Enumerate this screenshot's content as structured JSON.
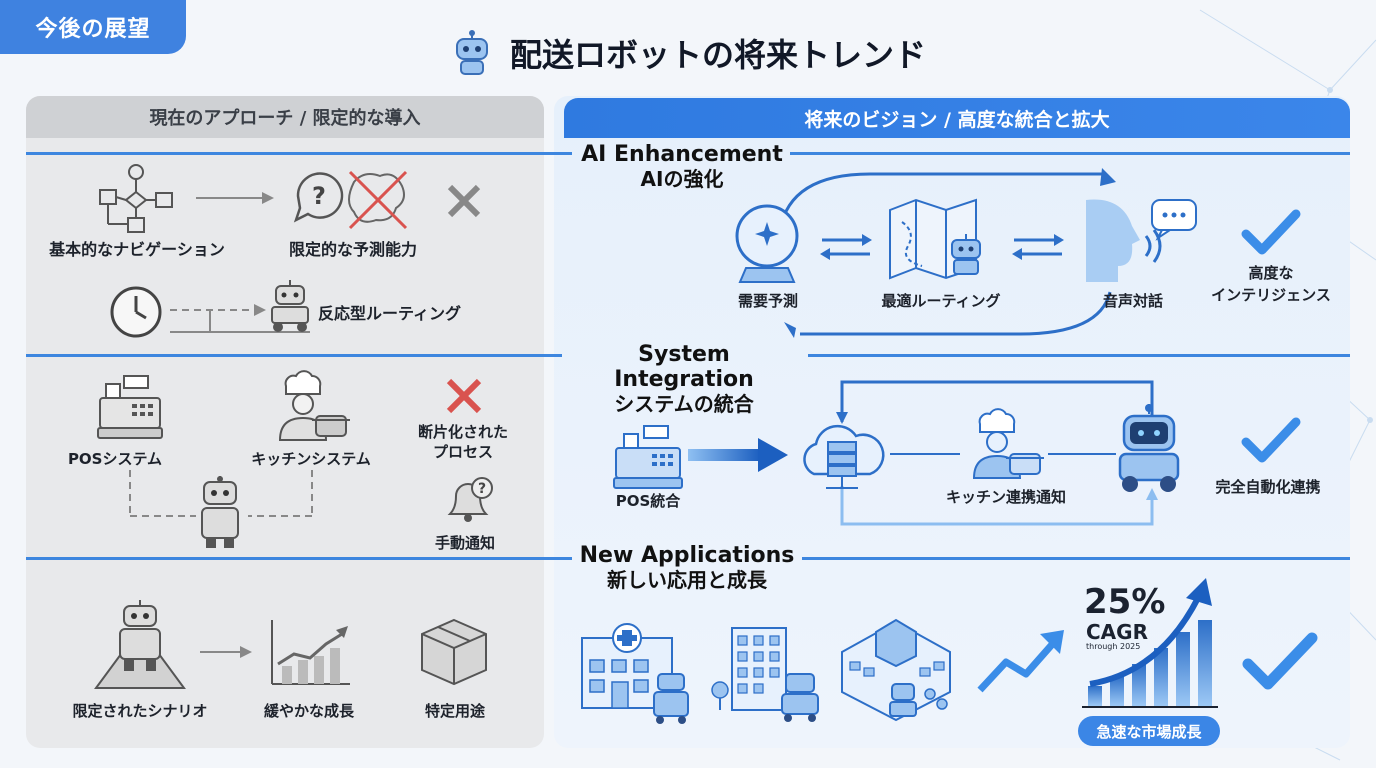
{
  "badge": "今後の展望",
  "title": "配送ロボットの将来トレンド",
  "left_header": "現在のアプローチ / 限定的な導入",
  "right_header": "将来のビジョン / 高度な統合と拡大",
  "sections": {
    "ai": {
      "en": "AI Enhancement",
      "jp": "AIの強化"
    },
    "sys": {
      "en": "System Integration",
      "jp": "システムの統合"
    },
    "apps": {
      "en": "New Applications",
      "jp": "新しい応用と成長"
    }
  },
  "left": {
    "nav": "基本的なナビゲーション",
    "prediction": "限定的な予測能力",
    "routing": "反応型ルーティング",
    "pos": "POSシステム",
    "kitchen": "キッチンシステム",
    "fragmented": "断片化された\nプロセス",
    "manual": "手動通知",
    "scenario": "限定されたシナリオ",
    "slow_growth": "緩やかな成長",
    "specific": "特定用途"
  },
  "right": {
    "demand": "需要予測",
    "optimal": "最適ルーティング",
    "voice": "音声対話",
    "intelligence": "高度な\nインテリジェンス",
    "pos_integration": "POS統合",
    "kitchen_notify": "キッチン連携通知",
    "full_auto": "完全自動化連携",
    "cagr_value": "25%",
    "cagr_label": "CAGR",
    "cagr_through": "through 2025",
    "market_growth": "急速な市場成長"
  },
  "colors": {
    "accent": "#3d86df",
    "deny": "#d9534f",
    "check": "#3b8de8"
  }
}
